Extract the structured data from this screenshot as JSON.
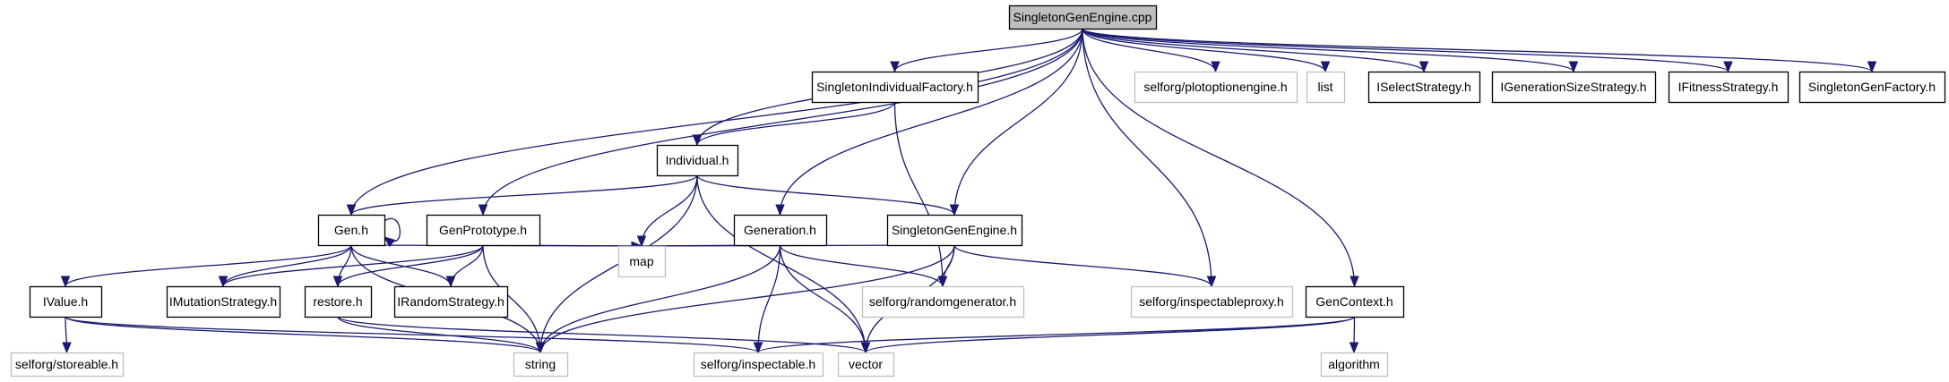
{
  "colors": {
    "edge": "#191970",
    "node_fill": "#ffffff",
    "root_fill": "#bfbfbf",
    "defined_border": "#000000",
    "external_border": "#bfbfbf",
    "external_text": "#7f7f7f"
  },
  "nodes": [
    {
      "id": "root",
      "label": "SingletonGenEngine.cpp",
      "kind": "root"
    },
    {
      "id": "sif",
      "label": "SingletonIndividualFactory.h",
      "kind": "defined"
    },
    {
      "id": "poe",
      "label": "selforg/plotoptionengine.h",
      "kind": "external"
    },
    {
      "id": "list",
      "label": "list",
      "kind": "external"
    },
    {
      "id": "iss",
      "label": "ISelectStrategy.h",
      "kind": "defined"
    },
    {
      "id": "igs",
      "label": "IGenerationSizeStrategy.h",
      "kind": "defined"
    },
    {
      "id": "ifs",
      "label": "IFitnessStrategy.h",
      "kind": "defined"
    },
    {
      "id": "sgf",
      "label": "SingletonGenFactory.h",
      "kind": "defined"
    },
    {
      "id": "ind",
      "label": "Individual.h",
      "kind": "defined"
    },
    {
      "id": "gen",
      "label": "Gen.h",
      "kind": "defined"
    },
    {
      "id": "gp",
      "label": "GenPrototype.h",
      "kind": "defined"
    },
    {
      "id": "generation",
      "label": "Generation.h",
      "kind": "defined"
    },
    {
      "id": "sge",
      "label": "SingletonGenEngine.h",
      "kind": "defined"
    },
    {
      "id": "ivalue",
      "label": "IValue.h",
      "kind": "defined"
    },
    {
      "id": "ims",
      "label": "IMutationStrategy.h",
      "kind": "defined"
    },
    {
      "id": "restore",
      "label": "restore.h",
      "kind": "defined"
    },
    {
      "id": "irs",
      "label": "IRandomStrategy.h",
      "kind": "defined"
    },
    {
      "id": "map",
      "label": "map",
      "kind": "external"
    },
    {
      "id": "rng",
      "label": "selforg/randomgenerator.h",
      "kind": "external"
    },
    {
      "id": "iproxy",
      "label": "selforg/inspectableproxy.h",
      "kind": "external"
    },
    {
      "id": "gc",
      "label": "GenContext.h",
      "kind": "defined"
    },
    {
      "id": "storeable",
      "label": "selforg/storeable.h",
      "kind": "external"
    },
    {
      "id": "string",
      "label": "string",
      "kind": "external"
    },
    {
      "id": "inspectable",
      "label": "selforg/inspectable.h",
      "kind": "external"
    },
    {
      "id": "vector",
      "label": "vector",
      "kind": "external"
    },
    {
      "id": "algorithm",
      "label": "algorithm",
      "kind": "external"
    }
  ],
  "edges": [
    [
      "root",
      "sif"
    ],
    [
      "root",
      "poe"
    ],
    [
      "root",
      "list"
    ],
    [
      "root",
      "iss"
    ],
    [
      "root",
      "igs"
    ],
    [
      "root",
      "ifs"
    ],
    [
      "root",
      "sgf"
    ],
    [
      "root",
      "ind"
    ],
    [
      "root",
      "gen"
    ],
    [
      "root",
      "gp"
    ],
    [
      "root",
      "generation"
    ],
    [
      "root",
      "sge"
    ],
    [
      "root",
      "iproxy"
    ],
    [
      "root",
      "gc"
    ],
    [
      "sif",
      "ind"
    ],
    [
      "sif",
      "rng"
    ],
    [
      "ind",
      "gen"
    ],
    [
      "ind",
      "sge"
    ],
    [
      "ind",
      "map"
    ],
    [
      "ind",
      "string"
    ],
    [
      "ind",
      "vector"
    ],
    [
      "gen",
      "gen"
    ],
    [
      "gen",
      "ivalue"
    ],
    [
      "gen",
      "ims"
    ],
    [
      "gen",
      "restore"
    ],
    [
      "gen",
      "irs"
    ],
    [
      "gen",
      "map"
    ],
    [
      "gen",
      "string"
    ],
    [
      "gp",
      "ims"
    ],
    [
      "gp",
      "restore"
    ],
    [
      "gp",
      "irs"
    ],
    [
      "gp",
      "map"
    ],
    [
      "gp",
      "string"
    ],
    [
      "generation",
      "map"
    ],
    [
      "generation",
      "rng"
    ],
    [
      "generation",
      "string"
    ],
    [
      "generation",
      "inspectable"
    ],
    [
      "generation",
      "vector"
    ],
    [
      "sge",
      "map"
    ],
    [
      "sge",
      "rng"
    ],
    [
      "sge",
      "iproxy"
    ],
    [
      "sge",
      "string"
    ],
    [
      "sge",
      "vector"
    ],
    [
      "ivalue",
      "storeable"
    ],
    [
      "ivalue",
      "string"
    ],
    [
      "ivalue",
      "inspectable"
    ],
    [
      "restore",
      "string"
    ],
    [
      "restore",
      "vector"
    ],
    [
      "gc",
      "inspectable"
    ],
    [
      "gc",
      "vector"
    ],
    [
      "gc",
      "algorithm"
    ]
  ]
}
